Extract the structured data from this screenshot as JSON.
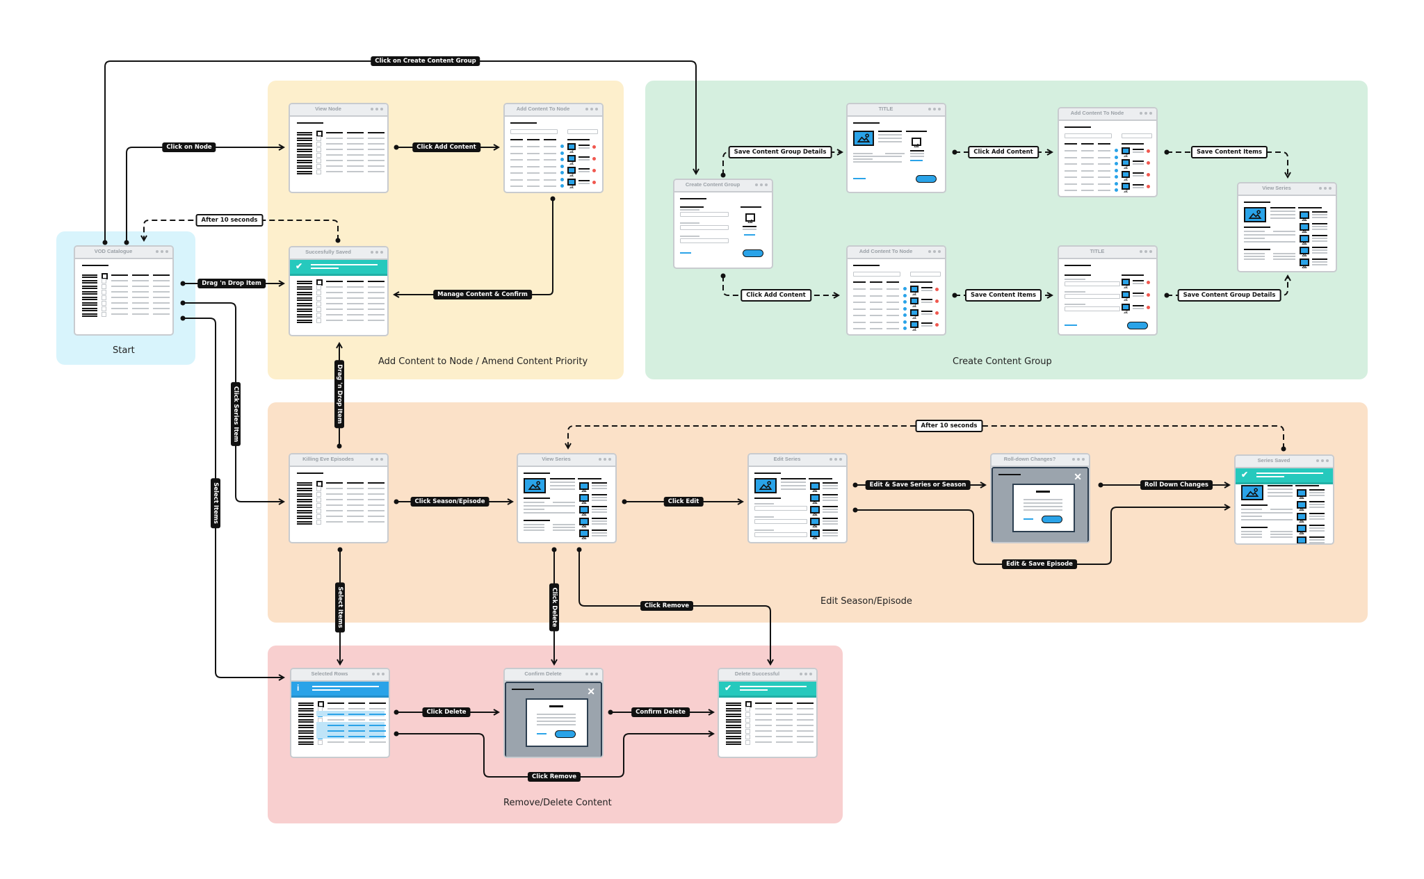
{
  "regions": {
    "start": {
      "label": "Start",
      "color": "#d8f4fc"
    },
    "add_content": {
      "label": "Add Content to Node / Amend Content Priority",
      "color": "#fdefcc"
    },
    "create_group": {
      "label": "Create Content Group",
      "color": "#d5efdf"
    },
    "edit_season": {
      "label": "Edit Season/Episode",
      "color": "#fbe1c8"
    },
    "remove_delete": {
      "label": "Remove/Delete Content",
      "color": "#f8cfcf"
    }
  },
  "screens": {
    "vod_catalogue": "VOD Catalogue",
    "view_node": "View Node",
    "add_content_to_node_1": "Add Content To Node",
    "successfully_saved": "Succesfully Saved",
    "create_content_group": "Create Content Group",
    "title_1": "TITLE",
    "add_content_to_node_2": "Add Content To Node",
    "view_series_1": "View Series",
    "add_content_to_node_3": "Add Content To Node",
    "title_2": "TITLE",
    "killing_eve_episodes": "Killing Eve Episodes",
    "view_series_2": "View Series",
    "edit_series": "Edit Series",
    "roll_down_changes": "Roll-down Changes?",
    "series_saved": "Series Saved",
    "selected_rows": "Selected Rows",
    "confirm_delete": "Confirm Delete",
    "delete_successful": "Delete Successful"
  },
  "transitions": {
    "click_create_content_group": "Click on Create Content Group",
    "click_on_node": "Click on Node",
    "click_add_content_1": "Click Add Content",
    "after_10_seconds_1": "After 10 seconds",
    "drag_drop_item_1": "Drag 'n Drop Item",
    "manage_content_confirm": "Manage Content & Confirm",
    "drag_drop_item_2": "Drag 'n Drop Item",
    "click_series_item": "Click Series Item",
    "select_items_1": "Select Items",
    "save_content_group_details_1": "Save Content Group Details",
    "click_add_content_2": "Click Add Content",
    "save_content_items_1": "Save Content Items",
    "click_add_content_3": "Click Add Content",
    "save_content_items_2": "Save Content Items",
    "save_content_group_details_2": "Save Content Group Details",
    "after_10_seconds_2": "After 10 seconds",
    "click_season_episode": "Click Season/Episode",
    "click_edit": "Click Edit",
    "edit_save_series_season": "Edit & Save Series or Season",
    "roll_down_changes": "Roll Down Changes",
    "edit_save_episode": "Edit & Save Episode",
    "select_items_2": "Select Items",
    "click_delete_1": "Click Delete",
    "click_remove_1": "Click Remove",
    "click_delete_2": "Click Delete",
    "confirm_delete": "Confirm Delete",
    "click_remove_2": "Click Remove"
  },
  "colors": {
    "accent_blue": "#2aa3e8",
    "success_teal": "#26c9bd",
    "modal_grey": "#9ba4ad",
    "remove_red": "#f0584f"
  }
}
